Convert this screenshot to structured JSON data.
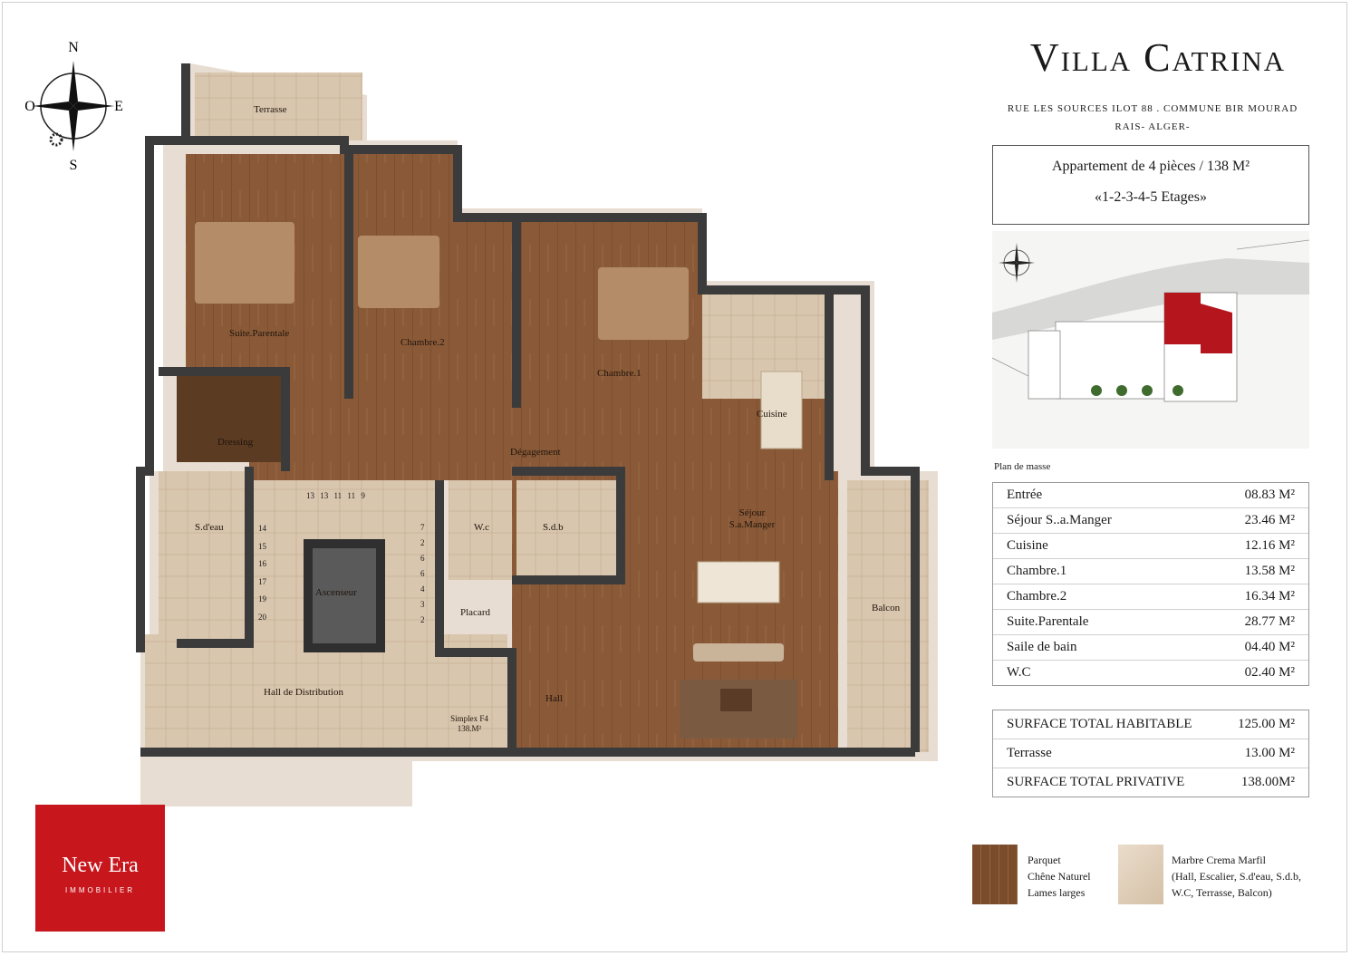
{
  "project": {
    "title": "Villa Catrina",
    "address": "RUE LES SOURCES ILOT 88 . COMMUNE BIR MOURAD RAIS- ALGER-",
    "apartment": "Appartement de 4 pièces / 138 M²",
    "floors": "«1-2-3-4-5 Etages»"
  },
  "compass": {
    "n": "N",
    "s": "S",
    "e": "E",
    "o": "O"
  },
  "map": {
    "caption": "Plan de masse"
  },
  "surfaces": [
    {
      "name": "Entrée",
      "value": "08.83 M²"
    },
    {
      "name": "Séjour S..a.Manger",
      "value": "23.46 M²"
    },
    {
      "name": "Cuisine",
      "value": "12.16 M²"
    },
    {
      "name": "Chambre.1",
      "value": "13.58 M²"
    },
    {
      "name": "Chambre.2",
      "value": "16.34 M²"
    },
    {
      "name": "Suite.Parentale",
      "value": "28.77 M²"
    },
    {
      "name": "Saile de bain",
      "value": "04.40 M²"
    },
    {
      "name": "W.C",
      "value": "02.40 M²"
    }
  ],
  "totals": [
    {
      "name": "SURFACE TOTAL HABITABLE",
      "value": "125.00 M²"
    },
    {
      "name": "Terrasse",
      "value": "13.00 M²"
    },
    {
      "name": "SURFACE TOTAL PRIVATIVE",
      "value": "138.00M²"
    }
  ],
  "rooms": {
    "terrasse": "Terrasse",
    "suite": "Suite.Parentale",
    "chambre2": "Chambre.2",
    "chambre1": "Chambre.1",
    "cuisine": "Cuisine",
    "degagement": "Dégagement",
    "dressing": "Dressing",
    "sdeau": "S.d'eau",
    "wc": "W.c",
    "sdb": "S.d.b",
    "sejour": "Séjour S.a.Manger",
    "ascenseur": "Ascenseur",
    "placard": "Placard",
    "hall_dist": "Hall de Distribution",
    "simplex": "Simplex F4 138.M²",
    "hall": "Hall",
    "balcon": "Balcon"
  },
  "stairs": {
    "top": [
      "13",
      "13",
      "11",
      "11",
      "9"
    ],
    "left": [
      "14",
      "15",
      "16",
      "17",
      "19",
      "20"
    ],
    "right": [
      "7",
      "2",
      "6",
      "6",
      "4",
      "3",
      "2"
    ]
  },
  "logo": {
    "name": "New Era",
    "sub": "IMMOBILIER",
    "color": "#c8161d"
  },
  "materials": [
    {
      "lines": [
        "Parquet",
        "Chêne Naturel",
        "Lames larges"
      ],
      "color": "#8a5a35"
    },
    {
      "lines": [
        "Marbre Crema Marfil",
        "(Hall, Escalier, S.d'eau, S.d.b,",
        "W.C, Terrasse, Balcon)"
      ],
      "color": "#e2d2bd"
    }
  ]
}
